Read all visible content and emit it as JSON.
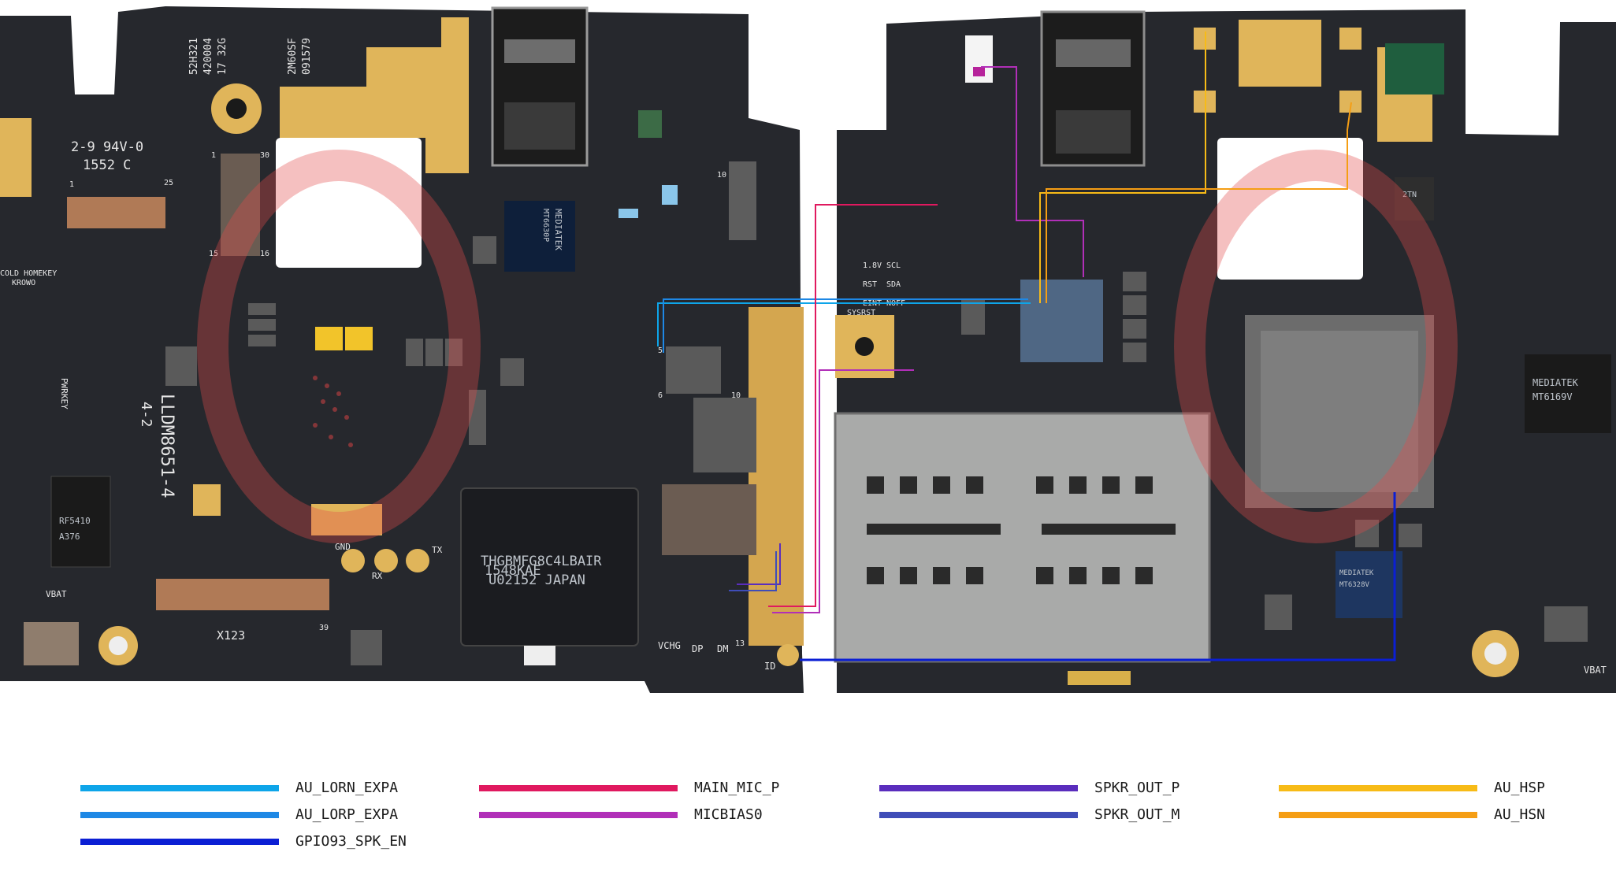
{
  "board_left": {
    "silk_codes": [
      "52H321",
      "420004",
      "17 32G",
      "2M60SF",
      "091579"
    ],
    "ul_mark": "2-9 94V-0",
    "date_code": "1552 C",
    "homekey": "COLD HOMEKEY",
    "homekey2": "KROWO",
    "pwrkey": "PWRKEY",
    "model": "LLDM8651-4",
    "model2": "4-2",
    "conn_x123": "X123",
    "conn_labels": [
      "GND",
      "RX",
      "TX",
      "VBAT"
    ],
    "pin_labels": [
      "1",
      "30",
      "25",
      "15",
      "16",
      "1",
      "39",
      "10",
      "5",
      "6",
      "10",
      "13"
    ],
    "usb_labels": [
      "VCHG",
      "DP",
      "DM",
      "ID"
    ],
    "emmc_line1": "1548KAE",
    "emmc_line2": "THGBMFG8C4LBAIR",
    "emmc_line3": "U02152 JAPAN",
    "pmic_brand": "MEDIATEK",
    "pmic_part": "MT6630P",
    "rf_part": "RF5410",
    "rf_code": "A376"
  },
  "board_right": {
    "sensor_labels": [
      "1.8V",
      "SCL",
      "RST",
      "SDA",
      "EINT",
      "NOFF",
      "SYSRST"
    ],
    "cpu_brand": "MEDIATEK",
    "cpu_part": "MT6169V",
    "codec_brand": "MEDIATEK",
    "codec_part": "MT6328V",
    "vbat": "VBAT",
    "ic_small": "2TN"
  },
  "legend": [
    {
      "label": "AU_LORN_EXPA",
      "color": "#0ea5e9"
    },
    {
      "label": "AU_LORP_EXPA",
      "color": "#1e88e5"
    },
    {
      "label": "GPIO93_SPK_EN",
      "color": "#0b1fd4"
    },
    {
      "label": "MAIN_MIC_P",
      "color": "#e0195f"
    },
    {
      "label": "MICBIAS0",
      "color": "#b12fb8"
    },
    {
      "label": "SPKR_OUT_P",
      "color": "#5a2dbd"
    },
    {
      "label": "SPKR_OUT_M",
      "color": "#3f4db8"
    },
    {
      "label": "AU_HSP",
      "color": "#f7bb17"
    },
    {
      "label": "AU_HSN",
      "color": "#f59e14"
    }
  ]
}
